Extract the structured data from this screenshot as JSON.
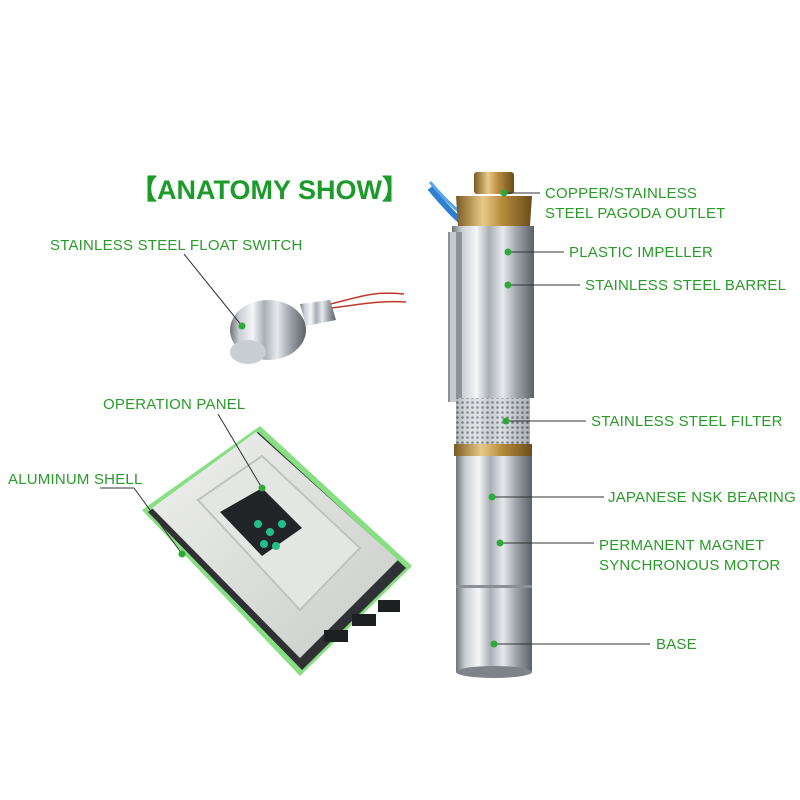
{
  "title": "【ANATOMY SHOW】",
  "labels": {
    "float_switch": "STAINLESS STEEL FLOAT SWITCH",
    "operation_panel": "OPERATION PANEL",
    "aluminum_shell": "ALUMINUM SHELL",
    "outlet_line1": "COPPER/STAINLESS",
    "outlet_line2": "STEEL PAGODA OUTLET",
    "impeller": "PLASTIC IMPELLER",
    "barrel": "STAINLESS STEEL BARREL",
    "filter": "STAINLESS STEEL FILTER",
    "bearing": "JAPANESE NSK BEARING",
    "motor_line1": "PERMANENT MAGNET",
    "motor_line2": "SYNCHRONOUS MOTOR",
    "base": "BASE"
  },
  "colors": {
    "label_green": "#2a9a2a",
    "dot_green": "#2fa83a",
    "glow_green": "#5fd35a"
  }
}
